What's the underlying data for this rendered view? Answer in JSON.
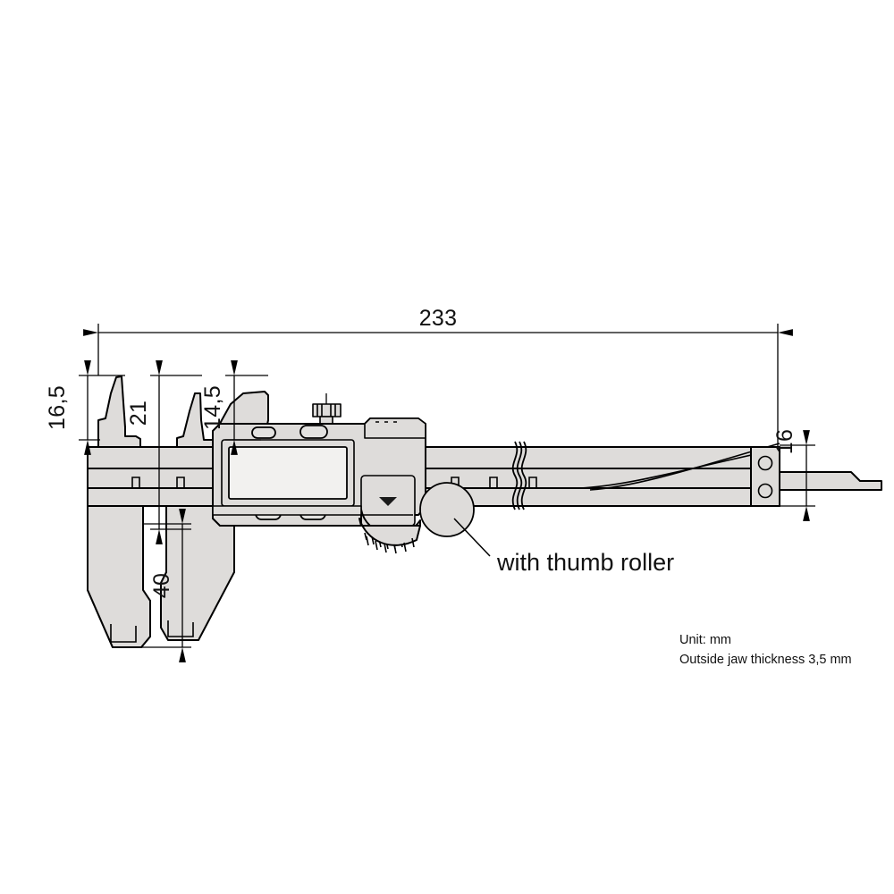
{
  "drawing": {
    "title": "Digital Caliper Dimensional Drawing",
    "dimensions": {
      "total_length": "233",
      "upper_jaw_left_height": "16,5",
      "inside_jaw_height": "21",
      "slider_jaw_height": "14,5",
      "outside_jaw_depth": "40",
      "beam_height": "16"
    },
    "callouts": {
      "thumb_roller": "with thumb roller"
    },
    "notes": {
      "unit": "Unit: mm",
      "jaw_thickness": "Outside jaw thickness 3,5 mm"
    },
    "colors": {
      "body_fill": "#dedcda",
      "lcd_fill": "#f2f1ef",
      "line": "#000000",
      "background": "#ffffff"
    },
    "parts": {
      "lcd_display": "lcd-display",
      "lock_screw": "lock-screw",
      "thumb_roller": "thumb-roller",
      "depth_bar": "depth-bar",
      "fixed_jaw": "fixed-jaw",
      "sliding_jaw": "sliding-jaw",
      "beam": "beam",
      "break_symbol": "break-line"
    }
  }
}
